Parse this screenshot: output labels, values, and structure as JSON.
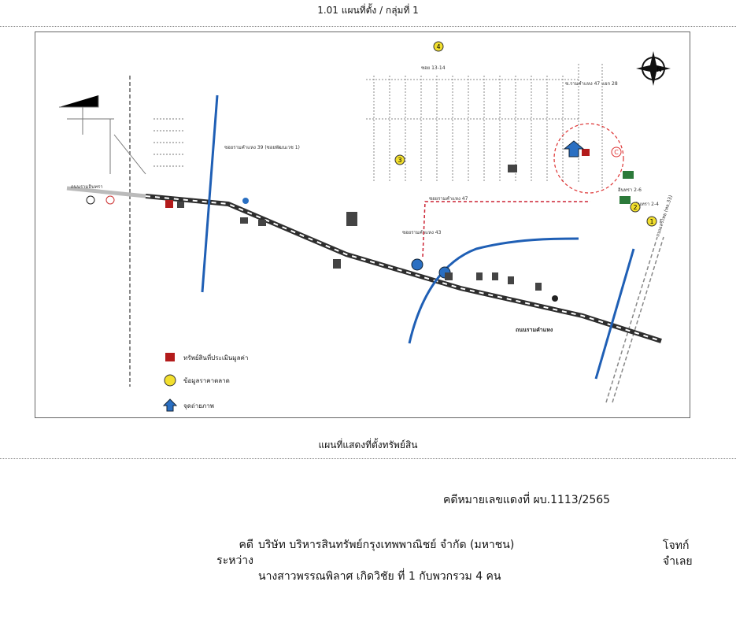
{
  "header": {
    "title": "1.01 แผนที่ตั้ง / กลุ่มที่ 1"
  },
  "map": {
    "labels": {
      "soi_13_14": "ซอย 13-14",
      "soi_42": "ซอยรามคำแหง 47",
      "soi_39": "ซอยรามคำแหง 39 (ซอยพัฒนเวช 1)",
      "soi_43": "ซอยรามคำแหง 43",
      "main_road": "ถนนรามคำแหง",
      "ramintra": "ถนนรามอินทรา",
      "right_road": "ถนนเสรีไทย (ทล.33)",
      "group_2_6": "อินทรา 2-6",
      "group_2_4": "อินทรา 2-4",
      "soi_47_28": "ซ.รามคำแหง 47 แยก 28"
    },
    "markers": {
      "one": "1",
      "two": "2",
      "three": "3",
      "four": "4",
      "c": "C"
    },
    "legend": {
      "property": "ทรัพย์สินที่ประเมินมูลค่า",
      "market": "ข้อมูลราคาตลาด",
      "photo": "จุดถ่ายภาพ"
    },
    "colors": {
      "property": "#b31b1b",
      "market": "#f2df2e",
      "photo": "#2a6fc2",
      "river": "#1f5fb5",
      "road": "#2e2e2e"
    }
  },
  "caption": "แผนที่แสดงที่ตั้งทรัพย์สิน",
  "case": {
    "number": "คดีหมายเลขแดงที่ ผบ.1113/2565"
  },
  "parties": {
    "between_label": "คดีระหว่าง",
    "plaintiff": "บริษัท บริหารสินทรัพย์กรุงเทพพาณิชย์ จำกัด (มหาชน)",
    "defendant": "นางสาวพรรณพิลาศ   เกิดวิชัย  ที่ 1 กับพวกรวม 4 คน",
    "plaintiff_role": "โจทก์",
    "defendant_role": "จำเลย"
  }
}
